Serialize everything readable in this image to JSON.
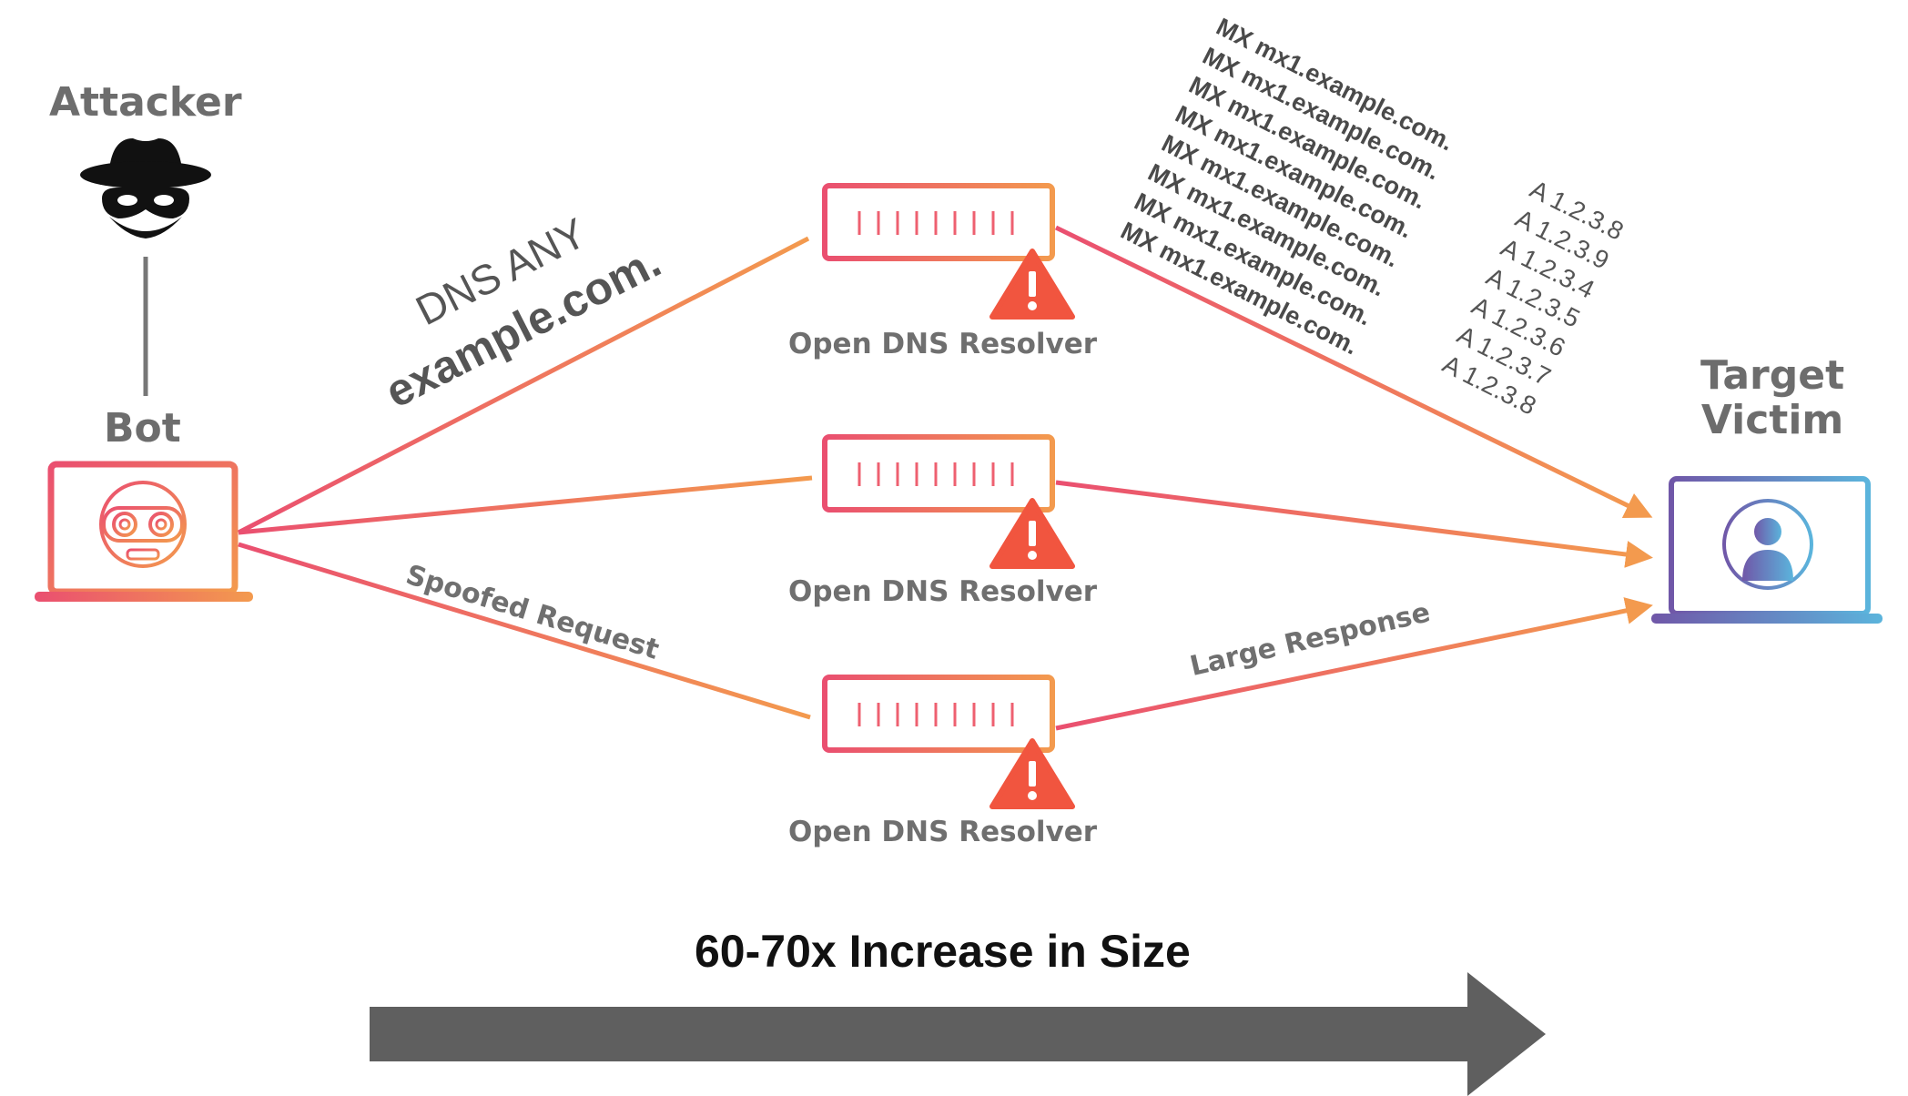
{
  "attacker": {
    "label": "Attacker",
    "icon": "spy-hat-icon"
  },
  "bot": {
    "label": "Bot",
    "icon": "robot-face-icon"
  },
  "query": {
    "line1": "DNS ANY",
    "line2": "example.com."
  },
  "edges": {
    "spoofed_request": "Spoofed Request",
    "large_response": "Large Response"
  },
  "resolvers": [
    {
      "label": "Open DNS Resolver"
    },
    {
      "label": "Open DNS Resolver"
    },
    {
      "label": "Open DNS Resolver"
    }
  ],
  "response": {
    "mx_records": [
      "MX mx1.example.com.",
      "MX mx1.example.com.",
      "MX mx1.example.com.",
      "MX mx1.example.com.",
      "MX mx1.example.com.",
      "MX mx1.example.com.",
      "MX mx1.example.com.",
      "MX mx1.example.com."
    ],
    "a_records": [
      "A 1.2.3.8",
      "A 1.2.3.9",
      "A 1.2.3.4",
      "A 1.2.3.5",
      "A 1.2.3.6",
      "A 1.2.3.7",
      "A 1.2.3.8"
    ]
  },
  "victim": {
    "line1": "Target",
    "line2": "Victim",
    "icon": "user-avatar-icon"
  },
  "amplification": {
    "caption": "60-70x Increase in Size"
  },
  "colors": {
    "flow_start": "#ea4f70",
    "flow_end": "#f39a4e",
    "warning": "#f1553f",
    "victim_start": "#7057a8",
    "victim_end": "#5bb4dc",
    "arrow": "#5f5f5f"
  }
}
